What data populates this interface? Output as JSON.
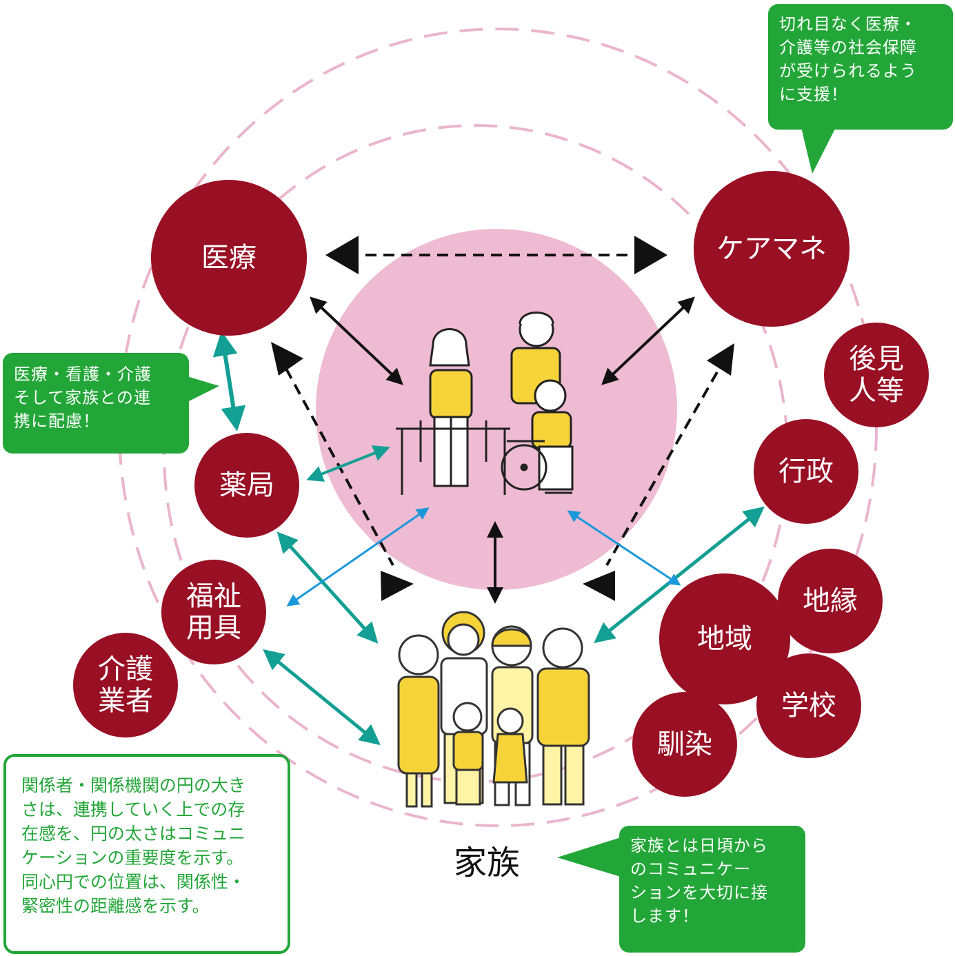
{
  "nodes": {
    "iryo": "医療",
    "caremane": "ケアマネ",
    "kouken": [
      "後見",
      "人等"
    ],
    "yakkyoku": "薬局",
    "gyousei": "行政",
    "fukushi": [
      "福祉",
      "用具"
    ],
    "kaigo": [
      "介護",
      "業者"
    ],
    "chiiki": "地域",
    "chien": "地縁",
    "gakkou": "学校",
    "najimi": "馴染"
  },
  "family_label": "家族",
  "bubbles": {
    "top_right": [
      "切れ目なく医療・",
      "介護等の社会保障",
      "が受けられるよう",
      "に支援！"
    ],
    "left": [
      "医療・看護・介護",
      "そして家族との連",
      "携に配慮！"
    ],
    "bottom_right": [
      "家族とは日頃から",
      "のコミュニケー",
      "ションを大切に接",
      "します！"
    ]
  },
  "note": [
    "関係者・関係機関の円の大き",
    "さは、連携していく上での存",
    "在感を、円の太さはコミュニ",
    "ケーションの重要度を示す。",
    "同心円での位置は、関係性・",
    "緊密性の距離感を示す。"
  ],
  "colors": {
    "node": "#990f24",
    "center_circle": "#eebbd3",
    "dashed_ring": "#eab5cc",
    "bubble": "#22a638",
    "arrow_black": "#111111",
    "arrow_teal": "#139f94",
    "arrow_blue": "#1a98da",
    "figure_yellow": "#f7d33a"
  }
}
